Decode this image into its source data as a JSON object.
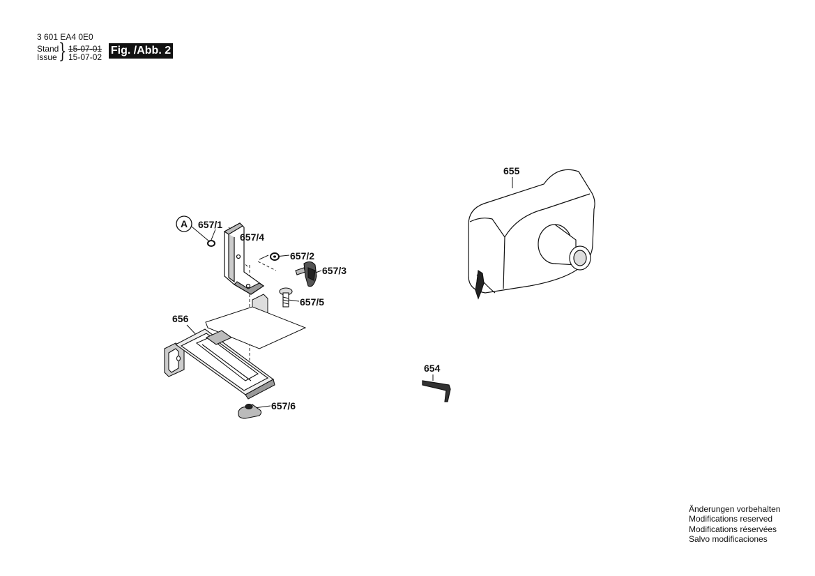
{
  "header": {
    "code": "3 601 EA4 0E0",
    "stand_label": "Stand",
    "issue_label": "Issue",
    "date_old": "15-07-01",
    "date_new": "15-07-02",
    "figure": "Fig. /Abb. 2"
  },
  "callouts": {
    "circle_a": "A",
    "p657_1": "657/1",
    "p657_4": "657/4",
    "p657_2": "657/2",
    "p657_3": "657/3",
    "p657_5": "657/5",
    "p656": "656",
    "p657_6": "657/6",
    "p655": "655",
    "p654": "654"
  },
  "footer": {
    "lines": [
      "Änderungen vorbehalten",
      "Modifications reserved",
      "Modifications réservées",
      "Salvo modificaciones"
    ]
  }
}
